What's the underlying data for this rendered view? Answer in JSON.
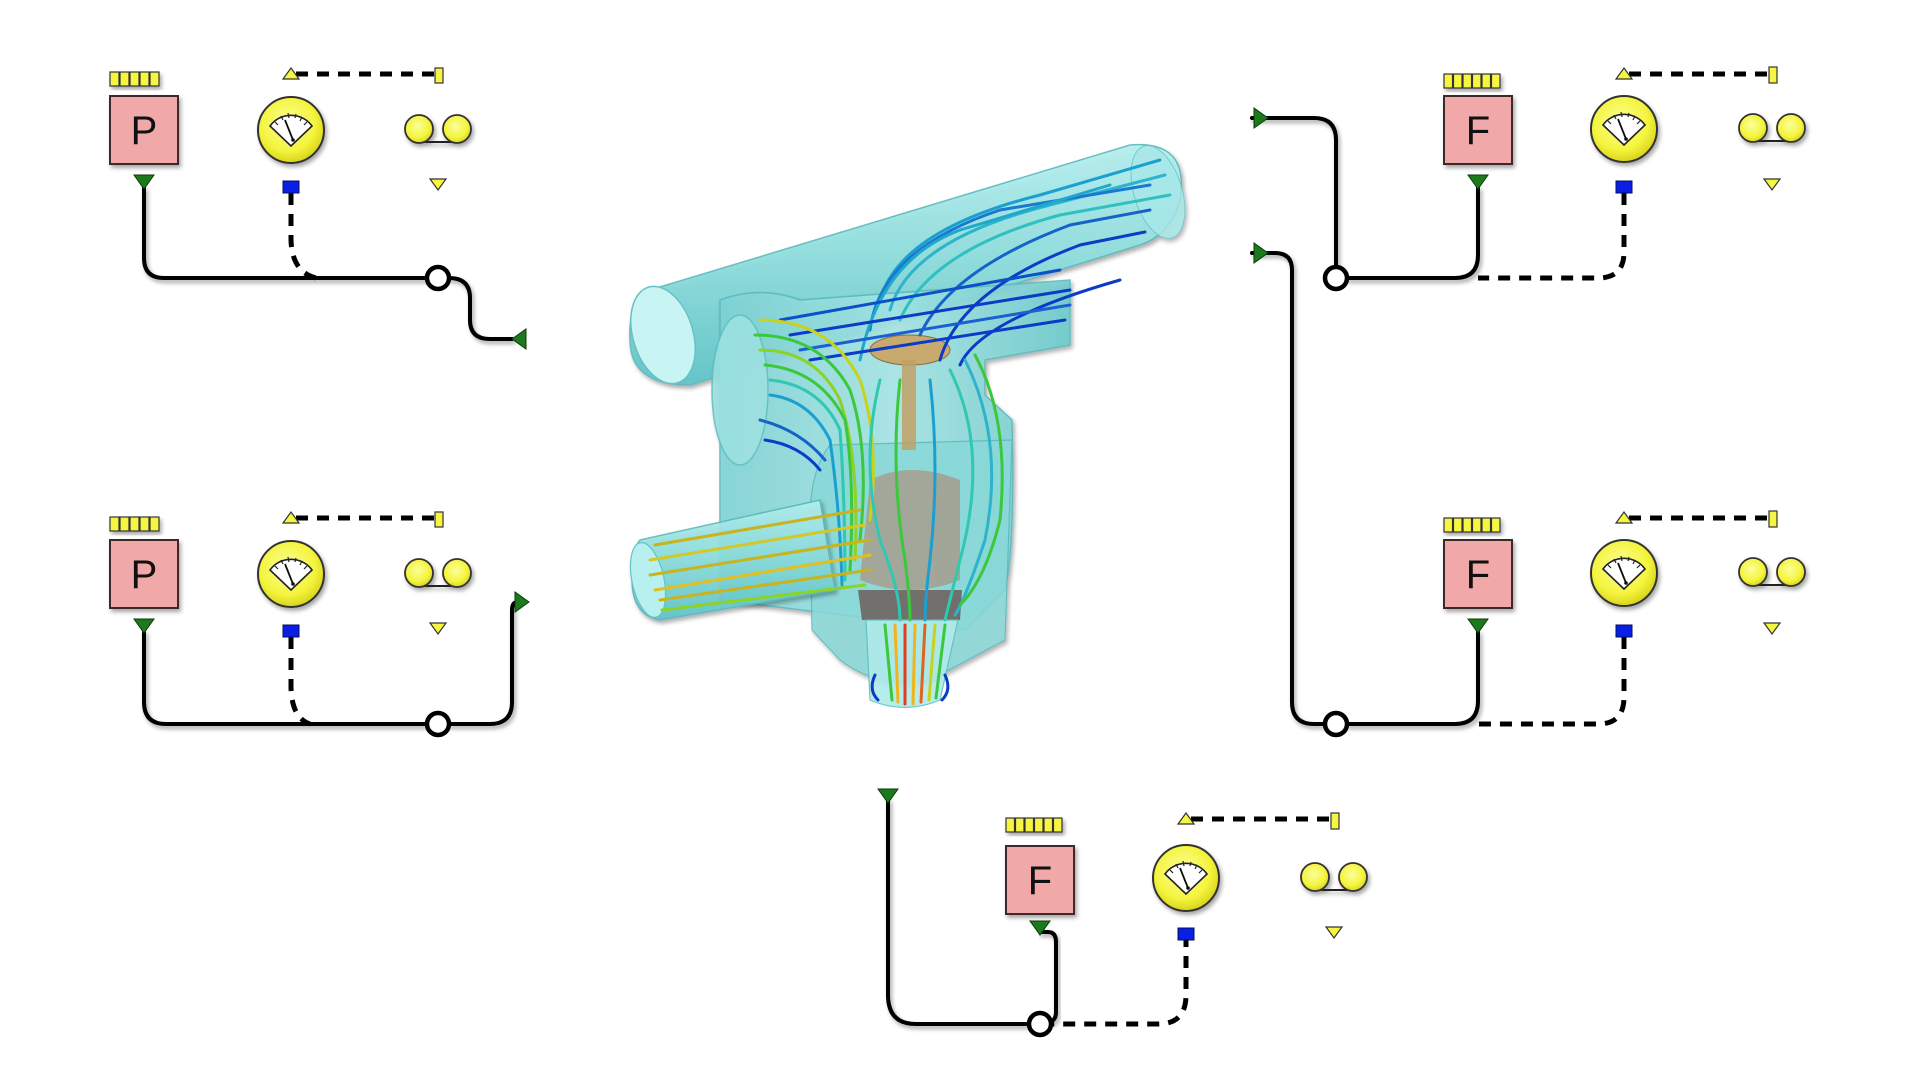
{
  "colors": {
    "block_fill": "#f0a8a8",
    "block_stroke": "#3a2a2a",
    "sensor_yellow": "#f5f542",
    "port_green": "#1c7a1c",
    "port_blue": "#0a1ee6",
    "pipe_cyan": "#8fe0e0",
    "wire": "#000000"
  },
  "blocks": [
    {
      "id": "top-left",
      "letter": "P",
      "bar_count": 5
    },
    {
      "id": "mid-left",
      "letter": "P",
      "bar_count": 5
    },
    {
      "id": "top-right",
      "letter": "F",
      "bar_count": 6
    },
    {
      "id": "mid-right",
      "letter": "F",
      "bar_count": 6
    },
    {
      "id": "bottom",
      "letter": "F",
      "bar_count": 6
    }
  ],
  "icons": {
    "controller": "pump-controller-block",
    "gauge": "pressure-gauge-icon",
    "rollers": "roller-pair-icon",
    "port_in": "green-triangle-port",
    "port_signal": "blue-square-port",
    "junction": "open-circle-junction"
  },
  "center_image": {
    "subject": "CFD streamline simulation of valve / pipe tee",
    "colormap": [
      "#0a3cc8",
      "#1aa0d0",
      "#30c8b0",
      "#3cc83c",
      "#c8d21e",
      "#f0b41e",
      "#e03c1e"
    ]
  }
}
